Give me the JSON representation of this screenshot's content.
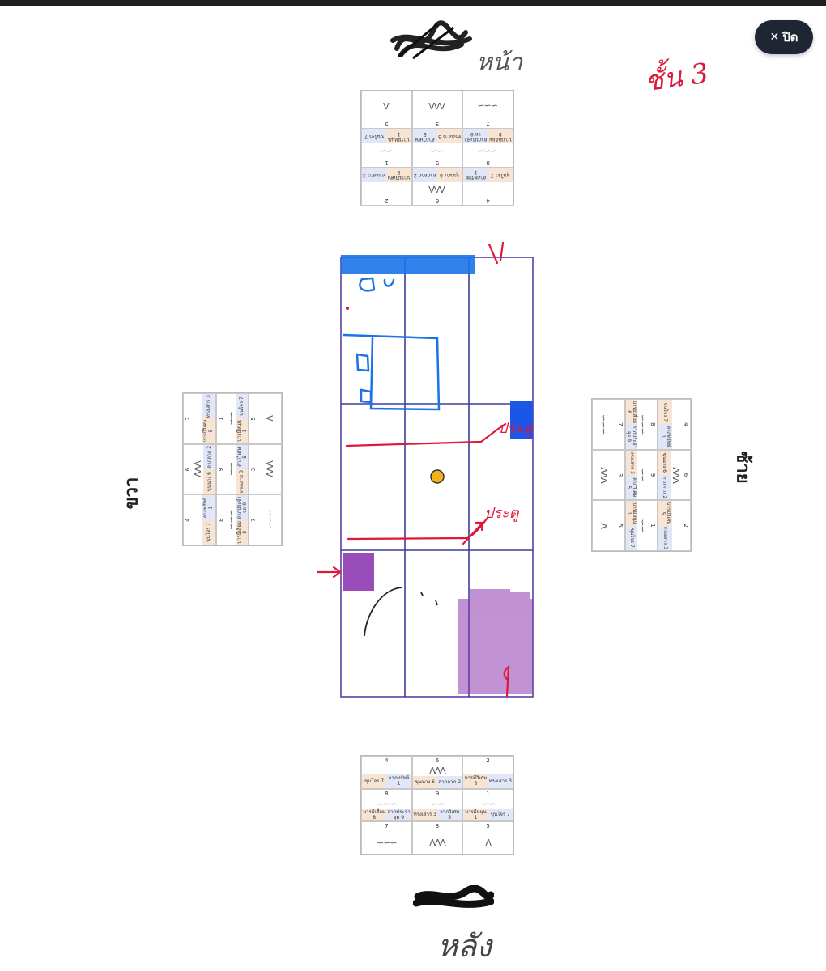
{
  "close_button": {
    "label": "ปิด",
    "icon": "close-icon"
  },
  "handwriting": {
    "floor": "ชั้น 3",
    "front": "หน้า",
    "back": "หลัง",
    "annotation_right_upper": "ประตู",
    "annotation_right_lower": "ประตู"
  },
  "sides": {
    "left": "ขวา",
    "right": "ซ้าย"
  },
  "tables": {
    "bottom": {
      "cells": [
        {
          "num": "4",
          "pattern": "",
          "a": "ขุนโจร 7",
          "b": "ลาภทรัพย์ 1"
        },
        {
          "num": "6",
          "pattern": "ΛΛΛ",
          "a": "ขุนนาง 6",
          "b": "ลาภลาภ 2"
        },
        {
          "num": "2",
          "pattern": "",
          "a": "บารมีวิเศษ 5",
          "b": "ทรงเสาร 3"
        },
        {
          "num": "8",
          "pattern": "∽∽∽",
          "a": "บารมีเสื่อม 8",
          "b": "ลาภประจำจุด 9"
        },
        {
          "num": "9",
          "pattern": "∽∽",
          "a": "ทรงเสาร 3",
          "b": "ลาภวิเศษ 5"
        },
        {
          "num": "1",
          "pattern": "∽∽",
          "a": "บารมีหนุน 1",
          "b": "ขุนโจร 7"
        },
        {
          "num": "7",
          "pattern": "∽∽∽",
          "a": "",
          "b": ""
        },
        {
          "num": "3",
          "pattern": "ΛΛΛ",
          "a": "",
          "b": ""
        },
        {
          "num": "5",
          "pattern": "Λ",
          "a": "",
          "b": ""
        }
      ]
    }
  },
  "colors": {
    "grid": "#3a3f9a",
    "blue": "#1a73e8",
    "purple": "#8e3ab0",
    "red": "#e0163a",
    "dot": "#f2b21b"
  }
}
